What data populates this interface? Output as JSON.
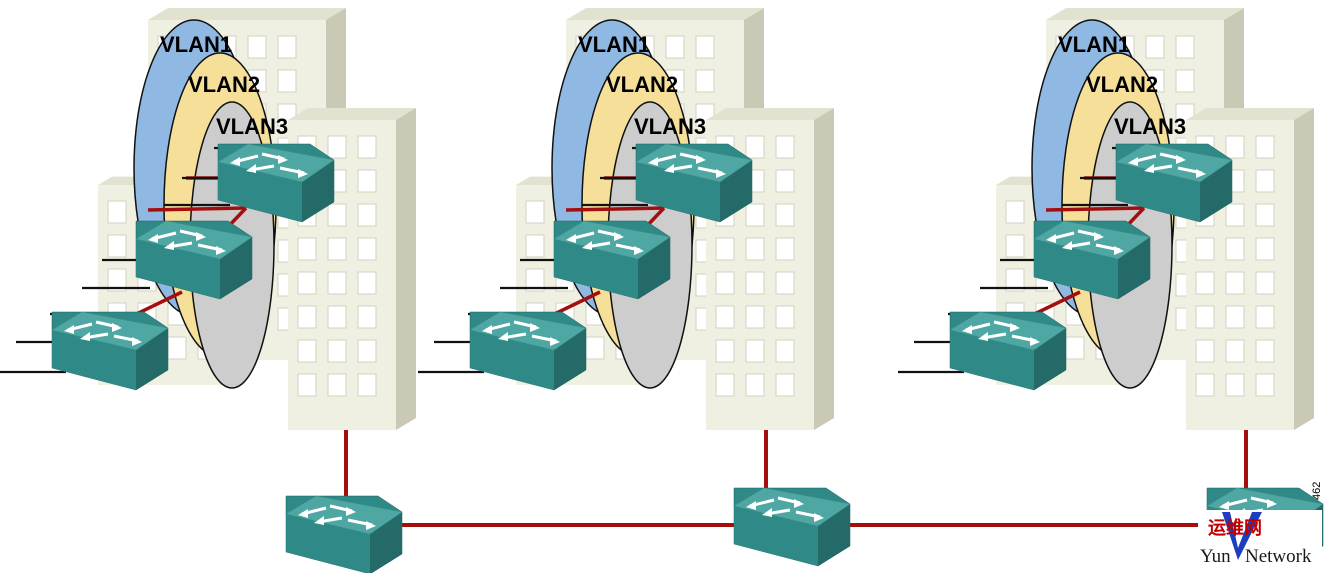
{
  "diagram": {
    "vlan_labels": [
      "VLAN1",
      "VLAN2",
      "VLAN3"
    ],
    "figure_id": "462",
    "watermark": {
      "chinese": "运维网",
      "english_left": "Yun",
      "english_right": "Network"
    },
    "colors": {
      "vlan1": "#8fb8e3",
      "vlan2": "#f6df99",
      "vlan3": "#cdcdcd",
      "building_front": "#f0f0e2",
      "building_side": "#c9c9b5",
      "switch_top": "#4fa7a4",
      "switch_front": "#2f8a87",
      "switch_side": "#236a68",
      "trunk_link": "#a30f0f"
    },
    "icons": [
      "office-building-icon",
      "workgroup-switch-icon",
      "cable-icon",
      "logo-icon"
    ]
  }
}
